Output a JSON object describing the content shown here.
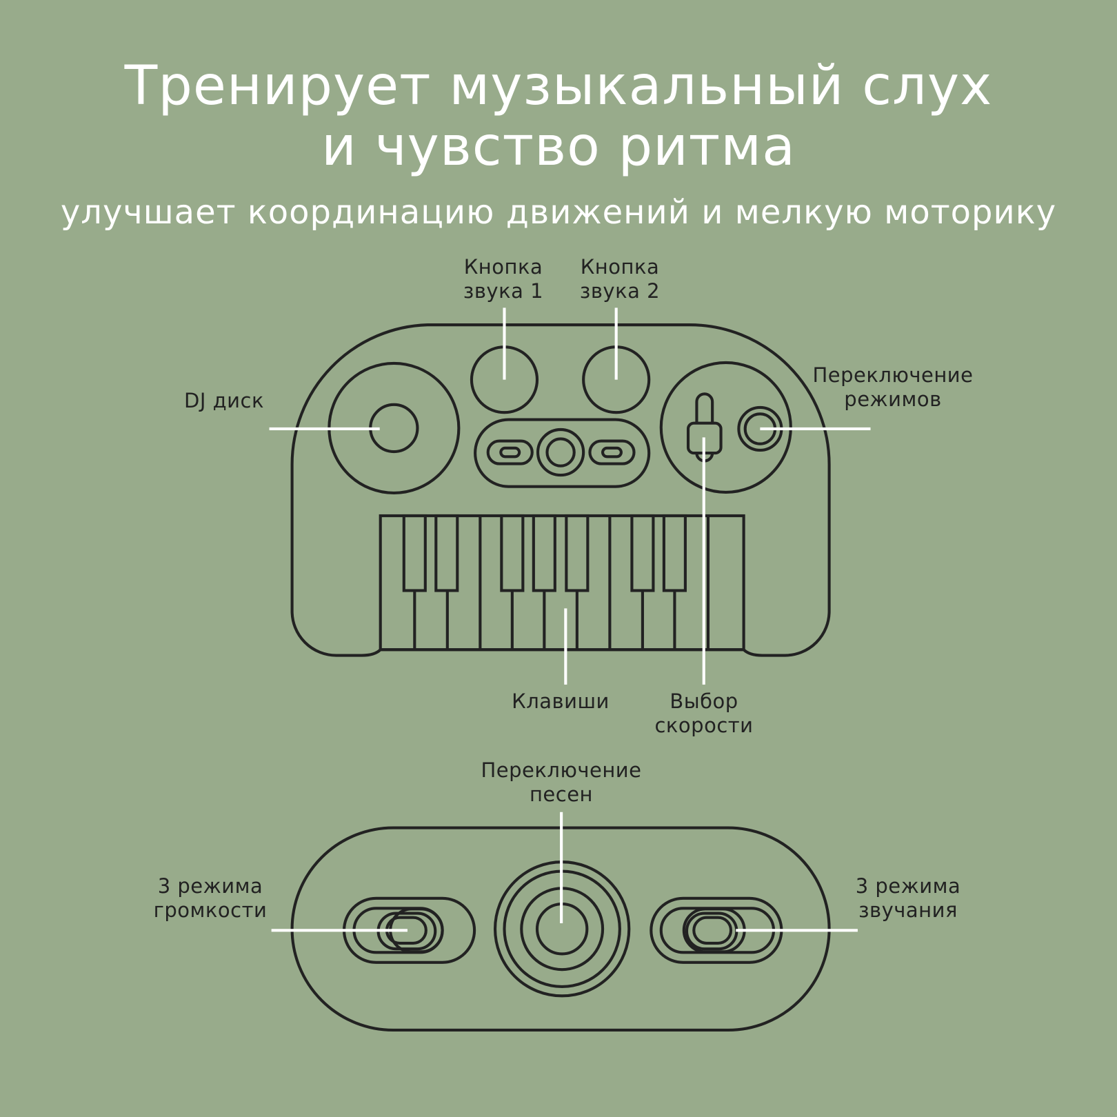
{
  "header": {
    "title_line1": "Тренирует музыкальный слух",
    "title_line2": "и чувство ритма",
    "subtitle": "улучшает координацию движений и мелкую моторику"
  },
  "colors": {
    "background": "#98ab8b",
    "outline": "#222222",
    "leader_line": "#ffffff",
    "title_text": "#ffffff",
    "label_text": "#222222"
  },
  "front_view": {
    "labels": {
      "sound_button_1": [
        "Кнопка",
        "звука 1"
      ],
      "sound_button_2": [
        "Кнопка",
        "звука 2"
      ],
      "dj_disc": [
        "DJ диск"
      ],
      "mode_switch": [
        "Переключение",
        "режимов"
      ],
      "keys": [
        "Клавиши"
      ],
      "speed_select": [
        "Выбор",
        "скорости"
      ]
    }
  },
  "back_view": {
    "labels": {
      "song_switch": [
        "Переключение",
        "песен"
      ],
      "volume_modes": [
        "3 режима",
        "громкости"
      ],
      "sound_modes": [
        "3 режима",
        "звучания"
      ]
    }
  }
}
